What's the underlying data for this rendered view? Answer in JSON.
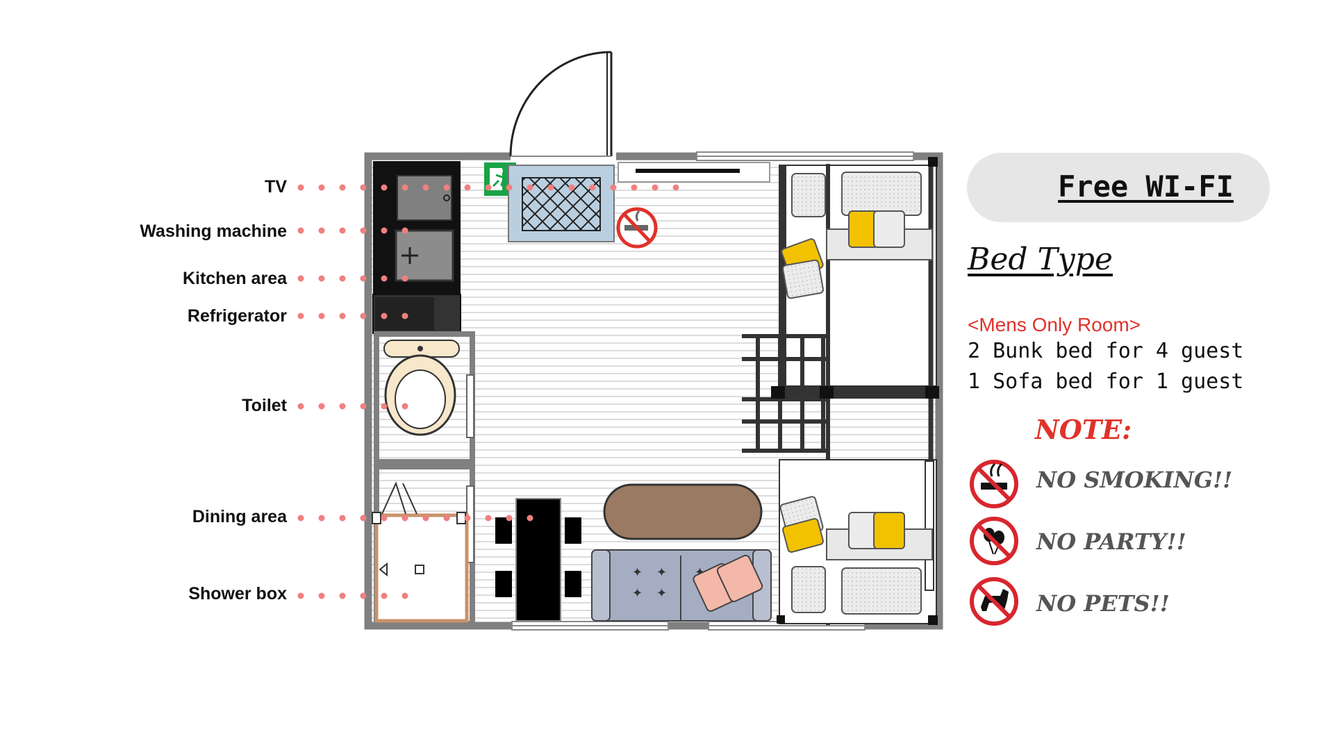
{
  "labels": {
    "tv": "TV",
    "washing_machine": "Washing machine",
    "kitchen_area": "Kitchen area",
    "refrigerator": "Refrigerator",
    "toilet": "Toilet",
    "dining_area": "Dining area",
    "shower_box": "Shower box"
  },
  "wifi": {
    "text": "Free WI-FI",
    "icon": "wifi-icon"
  },
  "bed_type": {
    "title": "Bed Type",
    "subtitle": "<Mens Only Room>",
    "lines": [
      "2 Bunk bed for 4 guest",
      "1 Sofa bed for 1 guest"
    ]
  },
  "note": {
    "title": "NOTE:",
    "rules": [
      {
        "text": "NO SMOKING!!",
        "icon": "no-smoking-icon"
      },
      {
        "text": "NO PARTY!!",
        "icon": "no-party-icon"
      },
      {
        "text": "NO PETS!!",
        "icon": "no-pets-icon"
      }
    ]
  },
  "icons": [
    "exit-sign-icon",
    "no-smoking-sign-icon",
    "door-icon"
  ],
  "colors": {
    "leader_dot": "#f08080",
    "accent_red": "#e0322a",
    "wall": "#808080",
    "exit_green": "#19a347",
    "pillow_yellow": "#f2c200",
    "table_brown": "#9a7a62",
    "sofa_blue": "#a5adc2",
    "cushion_pink": "#f3b8a8",
    "rug_blue": "#b9cfe0",
    "toilet_beige": "#f7e7cb"
  }
}
